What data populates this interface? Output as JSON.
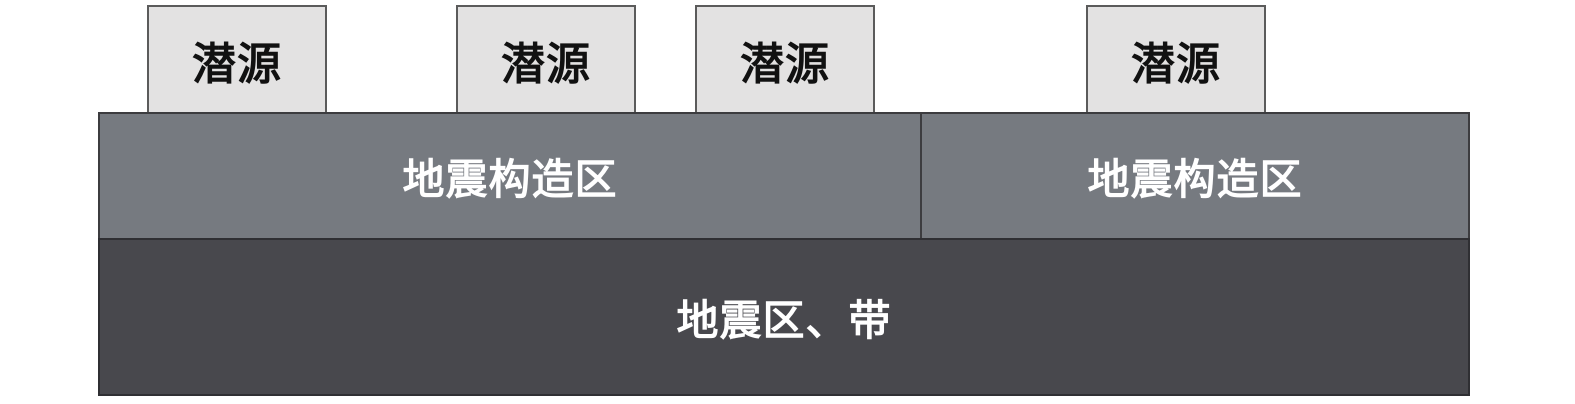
{
  "sources": [
    {
      "label": "潜源"
    },
    {
      "label": "潜源"
    },
    {
      "label": "潜源"
    },
    {
      "label": "潜源"
    }
  ],
  "zones": [
    {
      "label": "地震构造区"
    },
    {
      "label": "地震构造区"
    }
  ],
  "belt": {
    "label": "地震区、带"
  },
  "colors": {
    "source_fill": "#e3e2e2",
    "zone_fill": "#767a80",
    "belt_fill": "#48484d"
  }
}
